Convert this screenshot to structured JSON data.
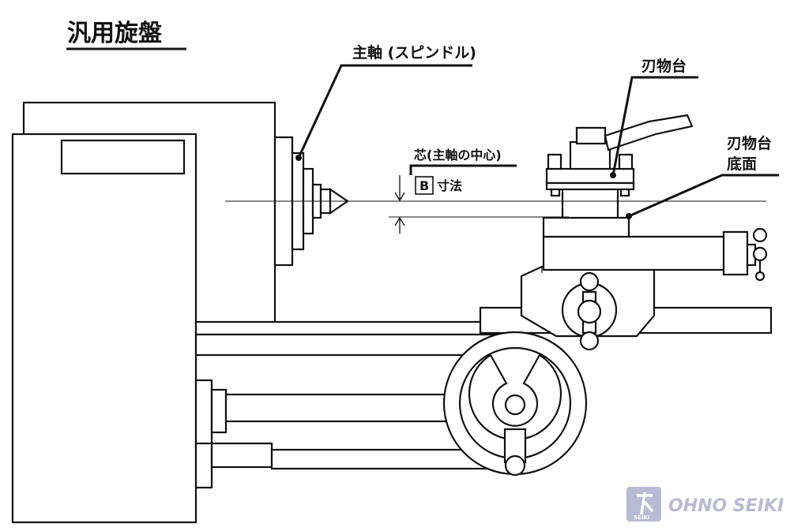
{
  "title": "汎用旋盤",
  "labels": {
    "spindle": "主軸 (スピンドル)",
    "tool_post": "刃物台",
    "tool_post_base_line1": "刃物台",
    "tool_post_base_line2": "底面",
    "center": "芯(主軸の中心)",
    "b_letter": "B",
    "b_suffix": "寸法"
  },
  "logo": {
    "brand": "OHNO SEIKI",
    "mark_sub": "SEIKI",
    "color": "#b9bad3"
  },
  "colors": {
    "line": "#111111",
    "background": "#ffffff"
  }
}
